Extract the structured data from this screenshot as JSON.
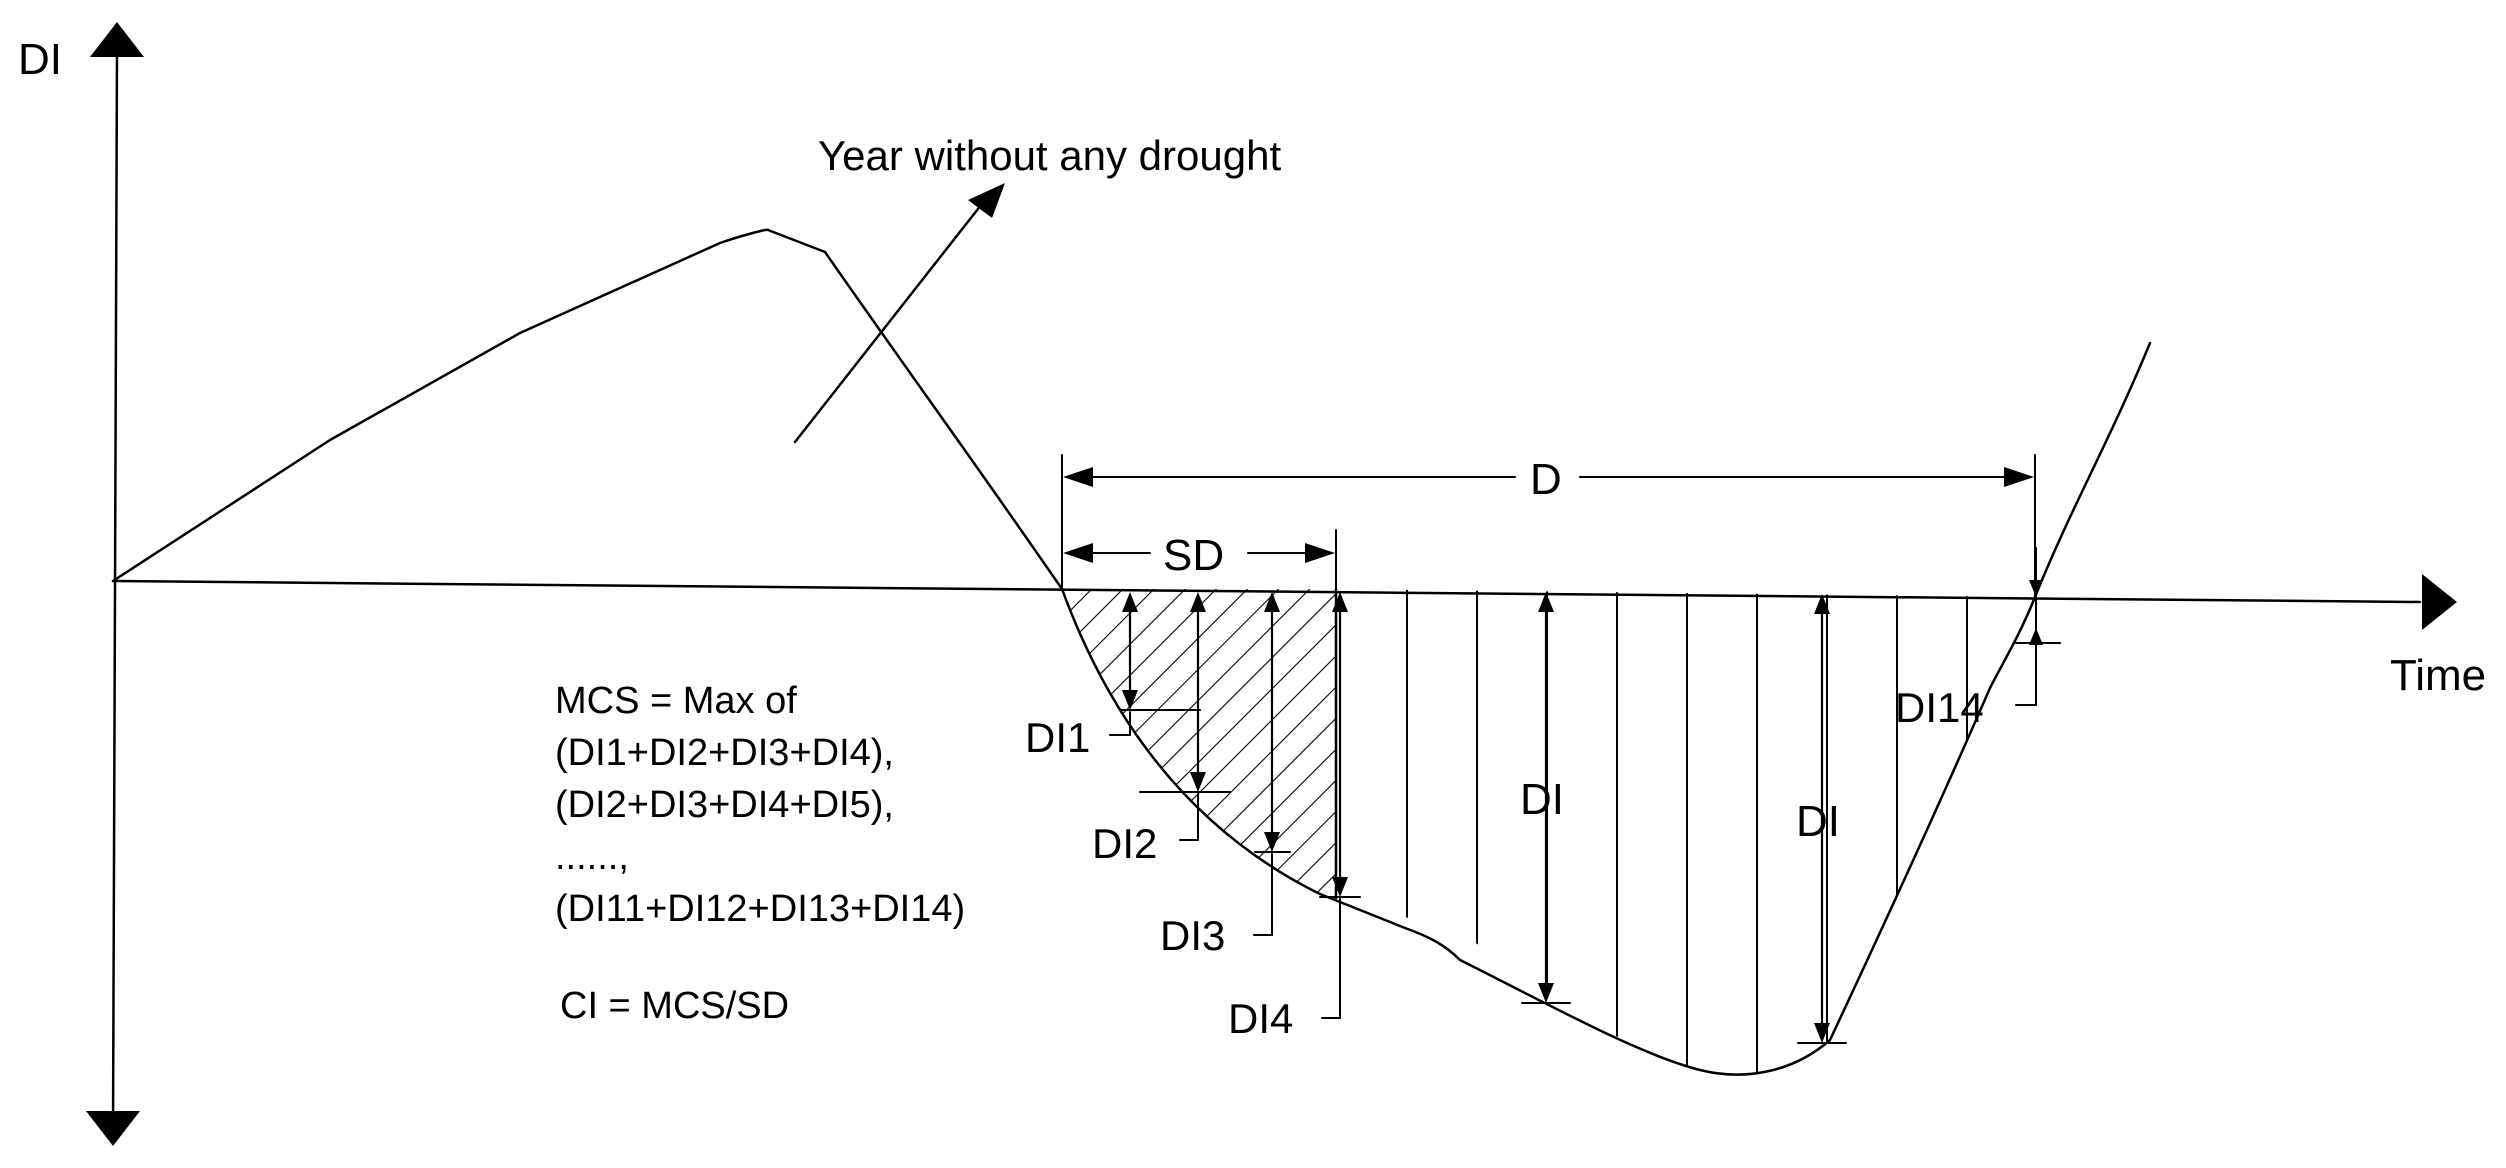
{
  "axes": {
    "y_label": "DI",
    "x_label": "Time"
  },
  "annotation_no_drought": "Year without any drought",
  "dimensions": {
    "duration": "D",
    "severity_duration": "SD"
  },
  "interval_labels": {
    "di1": "DI1",
    "di2": "DI2",
    "di3": "DI3",
    "di4": "DI4",
    "di14": "DI14",
    "di_mid": "DI",
    "di_right": "DI"
  },
  "formula": {
    "lines": [
      "MCS = Max of",
      "(DI1+DI2+DI3+DI4),",
      "(DI2+DI3+DI4+DI5),",
      "......,",
      "(DI11+DI12+DI13+DI14)"
    ],
    "ci": "CI = MCS/SD"
  }
}
